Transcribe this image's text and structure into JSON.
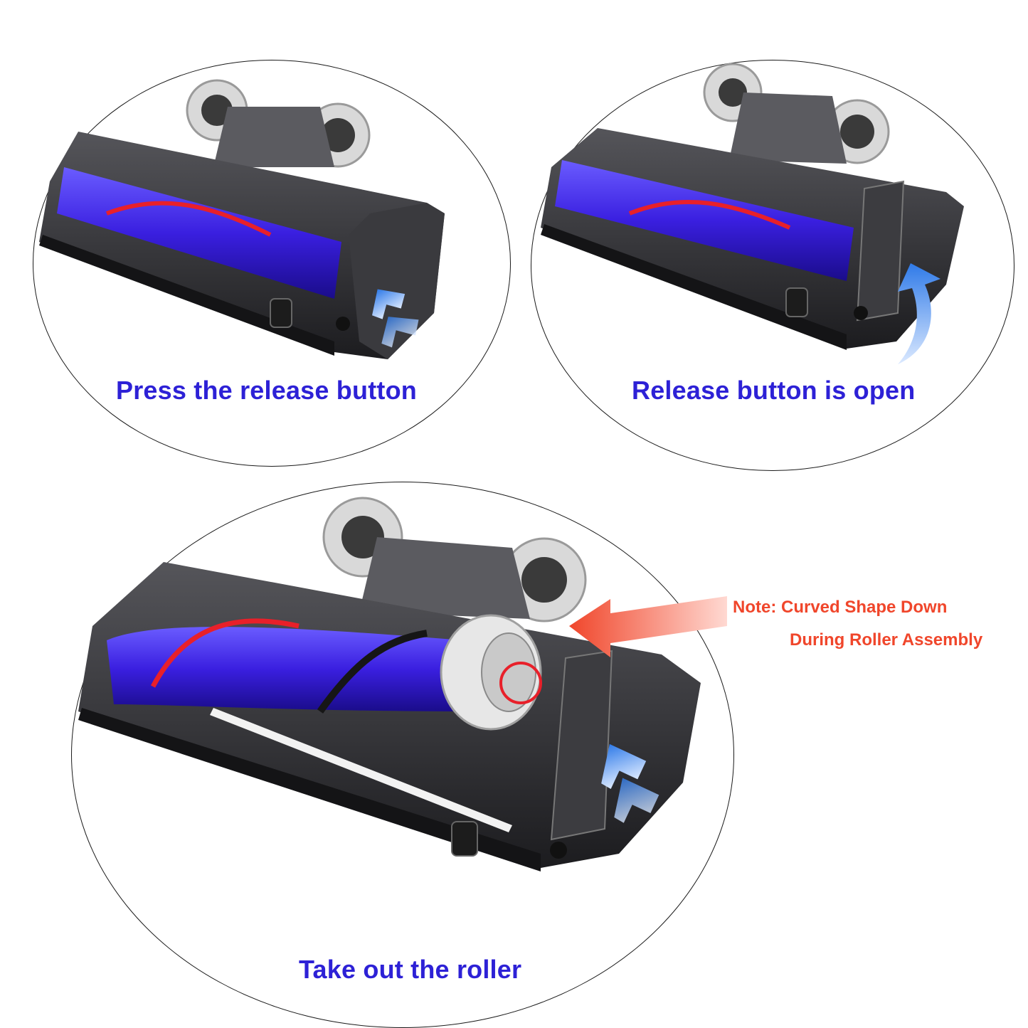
{
  "steps": [
    {
      "caption": "Press the release button"
    },
    {
      "caption": "Release button is open"
    },
    {
      "caption": "Take out the roller"
    }
  ],
  "note": {
    "line1": "Note: Curved Shape Down",
    "line2": "During Roller Assembly"
  },
  "colors": {
    "caption_text": "#2d21d6",
    "note_text": "#f0462b",
    "roller_blue": "#3a1fe0",
    "roller_stripe": "#e8202a",
    "housing": "#2b2b2e",
    "arrow_blue": "#3c8cf0",
    "arrow_red": "#f0462b"
  },
  "icons": {
    "step1_indicator": "chevron-double-up-icon",
    "step2_indicator": "curved-arrow-up-icon",
    "step3_indicator": "chevron-double-up-icon",
    "note_indicator": "arrow-left-icon"
  }
}
